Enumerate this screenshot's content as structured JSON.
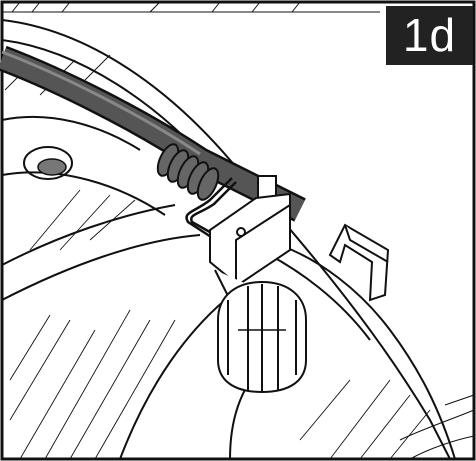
{
  "figure": {
    "step_label": "1d",
    "colors": {
      "line": "#111111",
      "cable": "#444444",
      "badge_bg": "#222222",
      "badge_text": "#ffffff",
      "background": "#ffffff"
    },
    "parts": [
      "outer-housing",
      "cable",
      "spring-coil",
      "wire-clip",
      "bracket-post",
      "latch-hook",
      "fastener-hole",
      "ribbed-cylinder"
    ]
  }
}
